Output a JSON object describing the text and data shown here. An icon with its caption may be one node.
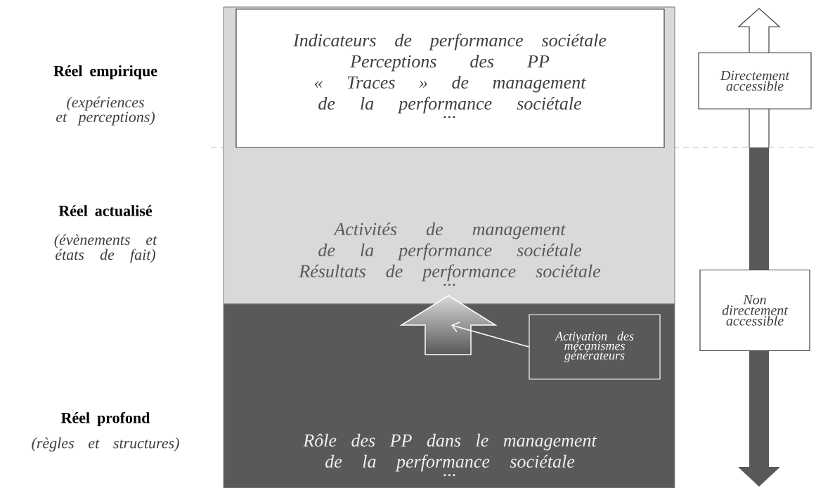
{
  "diagram": {
    "nodes": [
      {
        "text": [
          "Activités de management de la performance sociétale",
          "Résultats de performance sociétale",
          "..."
        ]
      },
      {
        "text": [
          "Indicateurs de performance sociétale",
          "Perceptions des PP",
          "« Traces » de management de la performance sociétale",
          "..."
        ],
        "in": 0
      },
      {
        "text": [
          "Rôle des PP dans le management de la performance sociétale",
          "..."
        ]
      },
      {
        "text": [],
        "shape": "arrow"
      },
      {
        "text": [
          "Activation des mécanismes générateurs"
        ],
        "in": 2
      },
      {
        "text": [
          "Directement accessible"
        ]
      },
      {
        "text": [
          "Non directement accessible"
        ]
      }
    ],
    "edges": [
      {
        "from": 4,
        "to": 3,
        "arrow": "to",
        "color": "#ffffff"
      }
    ],
    "labels": [
      "Réel empirique",
      "(expériences et perceptions)",
      "Réel actualisé",
      "(évènements et états de fait)",
      "Réel profond",
      "(règles et structures)"
    ]
  }
}
